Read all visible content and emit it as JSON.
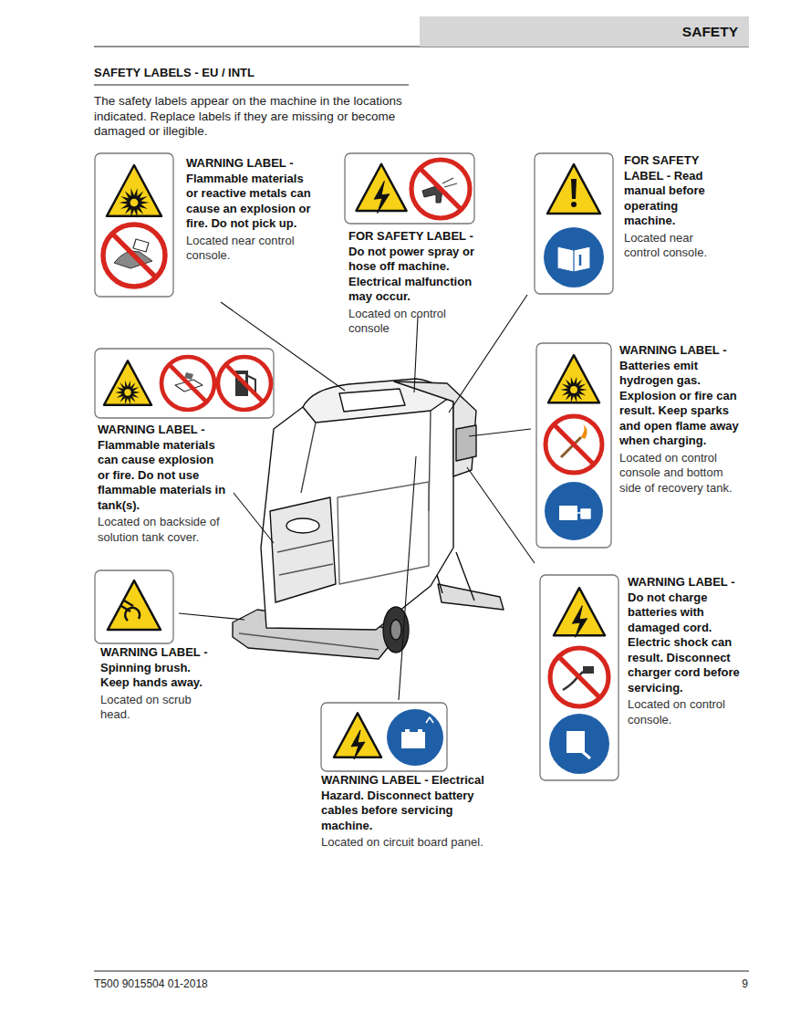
{
  "diagram": {
    "title": "SAFETY LABELS - EU / INTL",
    "nodes": [
      {
        "text": [
          "SAFETY"
        ]
      },
      {
        "text": [
          "WARNING LABEL - Flammable materials or reactive metals can cause an explosion or fire. Do not pick up.",
          "Located near control console."
        ]
      },
      {
        "text": [
          "FOR SAFETY LABEL - Do not power spray or hose off machine. Electrical malfunction may occur.",
          "Located on control console"
        ]
      },
      {
        "text": [
          "FOR SAFETY LABEL - Read manual before operating machine.",
          "Located near control console."
        ]
      },
      {
        "text": [
          "WARNING LABEL - Flammable materials can cause explosion or fire. Do not use flammable materials in tank(s).",
          "Located on backside of solution tank cover."
        ]
      },
      {
        "text": [
          "WARNING LABEL - Batteries emit hydrogen gas. Explosion or fire can result. Keep sparks and open flame away when charging.",
          "Located on control console and bottom side of recovery tank."
        ]
      },
      {
        "text": [
          "WARNING LABEL - Spinning brush. Keep hands away.",
          "Located on scrub head."
        ]
      },
      {
        "text": [
          "WARNING LABEL - Do not charge batteries with damaged cord. Electric shock can result. Disconnect charger cord before servicing.",
          "Located on control console."
        ]
      },
      {
        "text": [
          "WARNING LABEL - Electrical Hazard. Disconnect battery cables before servicing machine.",
          "Located on circuit board panel."
        ]
      }
    ],
    "labels": [
      "The safety labels appear on the machine in the locations indicated. Replace labels if they are missing or become damaged or illegible.",
      "T500 9015504 01-2018",
      "9"
    ]
  }
}
